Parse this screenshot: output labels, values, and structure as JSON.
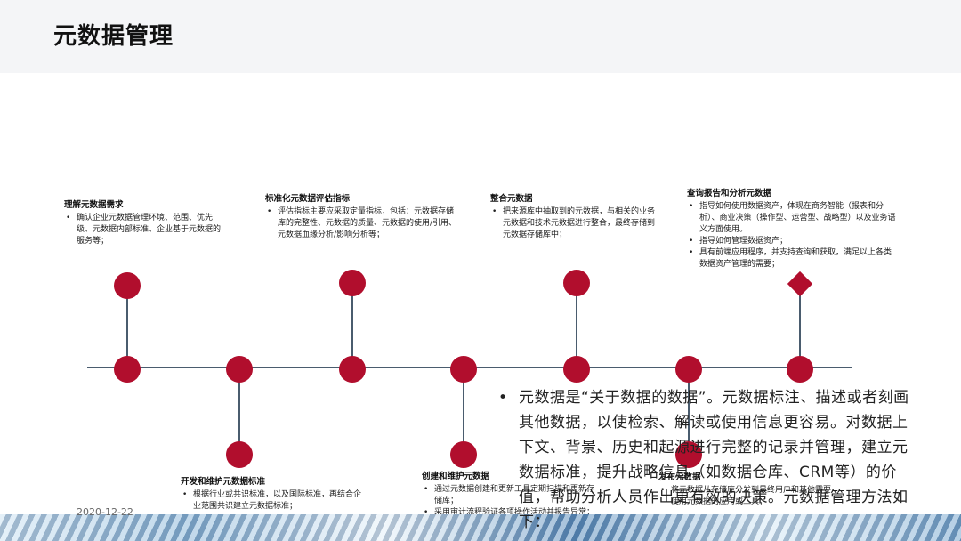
{
  "header": {
    "title": "元数据管理"
  },
  "footer": {
    "date": "2020-12-22"
  },
  "stages": [
    {
      "title": "理解元数据需求",
      "items": [
        "确认企业元数据管理环境、范围、优先级、元数据内部标准、企业基于元数据的服务等；"
      ]
    },
    {
      "title": "开发和维护元数据标准",
      "items": [
        "根据行业或共识标准，以及国际标准，再结合企业范围共识建立元数据标准；"
      ]
    },
    {
      "title": "标准化元数据评估指标",
      "items": [
        "评估指标主要应采取定量指标，包括：元数据存储库的完整性、元数据的质量、元数据的使用/引用、元数据血缘分析/影响分析等；"
      ]
    },
    {
      "title": "创建和维护元数据",
      "items": [
        "通过元数据创建和更新工具定期扫描和更新存储库；",
        "采用审计流程验证各项操作活动并报告异常；"
      ]
    },
    {
      "title": "整合元数据",
      "items": [
        "把来源库中抽取到的元数据，与相关的业务元数据和技术元数据进行整合，最终存储到元数据存储库中；"
      ]
    },
    {
      "title": "发布元数据",
      "items": [
        "将元数据从存储库分发到最终用户和其他需要使用元数据的应用或工具；"
      ]
    },
    {
      "title": "查询报告和分析元数据",
      "items": [
        "指导如何使用数据资产，体现在商务智能（报表和分析）、商业决策（操作型、运营型、战略型）以及业务语义方面使用。",
        "指导如何管理数据资产；",
        "具有前端应用程序，并支持查询和获取，满足以上各类数据资产管理的需要；"
      ]
    }
  ],
  "description": "元数据是“关于数据的数据”。元数据标注、描述或者刻画其他数据，以使检索、解读或使用信息更容易。对数据上下文、背景、历史和起源进行完整的记录并管理，建立元数据标准，提升战略信息（如数据仓库、CRM等）的价值，帮助分析人员作出更有效的决策。元数据管理方法如下：",
  "colors": {
    "node": "#b10e2d",
    "line": "#4a5c6e"
  }
}
